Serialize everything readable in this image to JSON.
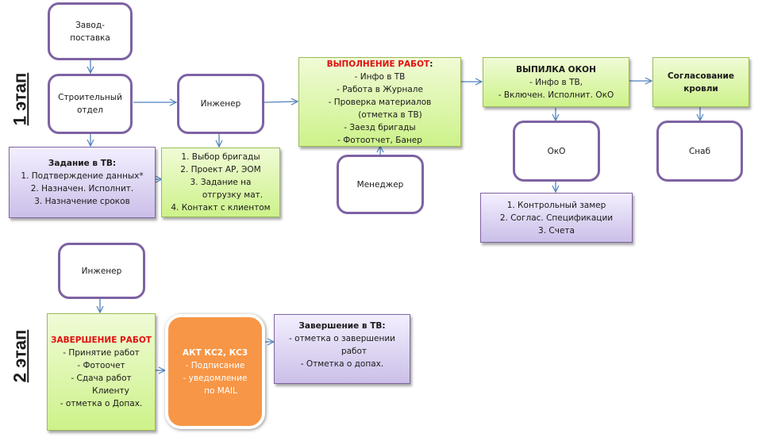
{
  "stages": {
    "stage1": "1 этап",
    "stage2": "2 этап"
  },
  "nodes": {
    "factory": {
      "lines": [
        "Завод-",
        "поставка"
      ]
    },
    "construction_dept": {
      "lines": [
        "Строительный",
        "отдел"
      ]
    },
    "engineer1": {
      "label": "Инженер"
    },
    "task_tv": {
      "title": "Задание  в ТВ:",
      "lines": [
        "1.    Подтверждение  данных*",
        "2.    Назначен. Исполнит.",
        "3.    Назначение сроков"
      ]
    },
    "engineer_tasks": {
      "lines": [
        "1.    Выбор бригады",
        "2.    Проект АР, ЭОМ",
        "3.    Задание на",
        "отгрузку мат.",
        "4.    Контакт с клиентом"
      ]
    },
    "work_execution": {
      "title": "ВЫПОЛНЕНИЕ  РАБОТ",
      "title_suffix": ":",
      "lines": [
        "-    Инфо в ТВ",
        "-    Работа в Журнале",
        "-    Проверка материалов",
        "(отметка в ТВ)",
        "-    Заезд бригады",
        "-    Фотоотчет,  Банер"
      ]
    },
    "manager": {
      "label": "Менеджер"
    },
    "window_order": {
      "title": "ВЫПИЛКА  ОКОН",
      "lines": [
        "-    Инфо в ТВ,",
        "-    Включен.  Исполнит. ОкО"
      ]
    },
    "oko": {
      "label": "ОкО"
    },
    "oko_tasks": {
      "lines": [
        "1.    Контрольный замер",
        "2. Соглас. Спецификации",
        "3. Счета"
      ]
    },
    "roof_approval": {
      "lines": [
        "Согласование",
        "кровли"
      ]
    },
    "supply": {
      "label": "Снаб"
    },
    "engineer2": {
      "label": "Инженер"
    },
    "work_completion": {
      "title": "ЗАВЕРШЕНИЕ  РАБОТ",
      "lines": [
        "-    Принятие  работ",
        "-    Фотоочет",
        "-    Сдача работ",
        "Клиенту",
        "-    отметка о Допах."
      ]
    },
    "act": {
      "title": "АКТ КС2, КС3",
      "lines": [
        "-    Подписание",
        "-    уведомление",
        "по MAIL"
      ]
    },
    "completion_tv": {
      "title": "Завершение  в ТВ:",
      "lines": [
        "-    отметка о завершении",
        "работ",
        "-    Отметка о допах."
      ]
    }
  },
  "colors": {
    "role_border": "#7e62a3",
    "green_fill": "#cdf28a",
    "purple_fill": "#cbbfe8",
    "orange_fill": "#f79646",
    "arrow": "#4f81bd",
    "accent_red": "#e01010"
  }
}
